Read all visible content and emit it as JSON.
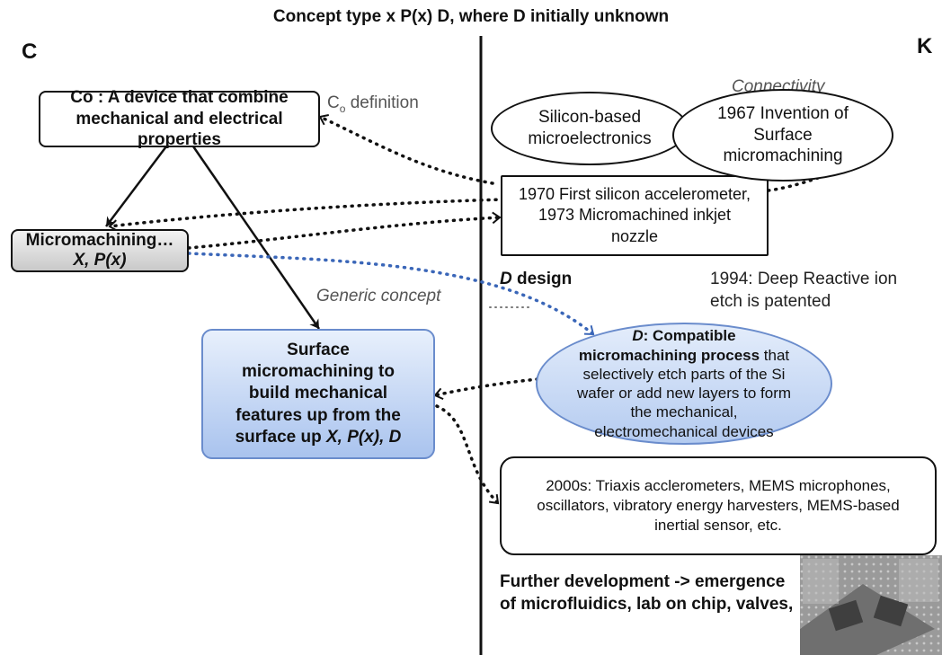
{
  "title": "Concept type x P(x) D, where D initially unknown",
  "c_label": "C",
  "k_label": "K",
  "concepts": {
    "co": "Co : A device that combine mechanical and electrical properties",
    "micromachining_line1": "Micromachining…",
    "micromachining_line2": "X, P(x)",
    "surface_main": "Surface micromachining to build mechanical features up from the surface up ",
    "surface_tail": "X, P(x), D"
  },
  "labels": {
    "co_definition_main": "C",
    "co_definition_sub": "o",
    "co_definition_rest": " definition",
    "generic_concept": "Generic concept",
    "connectivity": "Connectivity",
    "d_design_letter": "D",
    "d_design_rest": " design",
    "patent_1994": "1994: Deep Reactive ion etch is patented",
    "further_development": "Further development -> emergence of microfluidics, lab on chip, valves,"
  },
  "knowledge": {
    "silicon": "Silicon-based microelectronics",
    "invention_1967": "1967 Invention of Surface micromachining",
    "accelerometer_1970": "1970 First silicon accelerometer, 1973 Micromachined inkjet nozzle",
    "d_ellipse_letter": "D",
    "d_ellipse_bold": ": Compatible micromachining process",
    "d_ellipse_rest": " that selectively etch parts of the Si wafer or add new layers to form the mechanical, electromechanical devices",
    "mems_2000s": "2000s: Triaxis acclerometers, MEMS microphones, oscillators, vibratory energy harvesters, MEMS-based inertial sensor, etc."
  },
  "colors": {
    "blue_fill": "#c9daf6",
    "blue_stroke": "#6a8ccc",
    "grey_fill": "#dcdcdc",
    "dotted_link": "#111111",
    "dotted_link_blue": "#3a66b8"
  }
}
